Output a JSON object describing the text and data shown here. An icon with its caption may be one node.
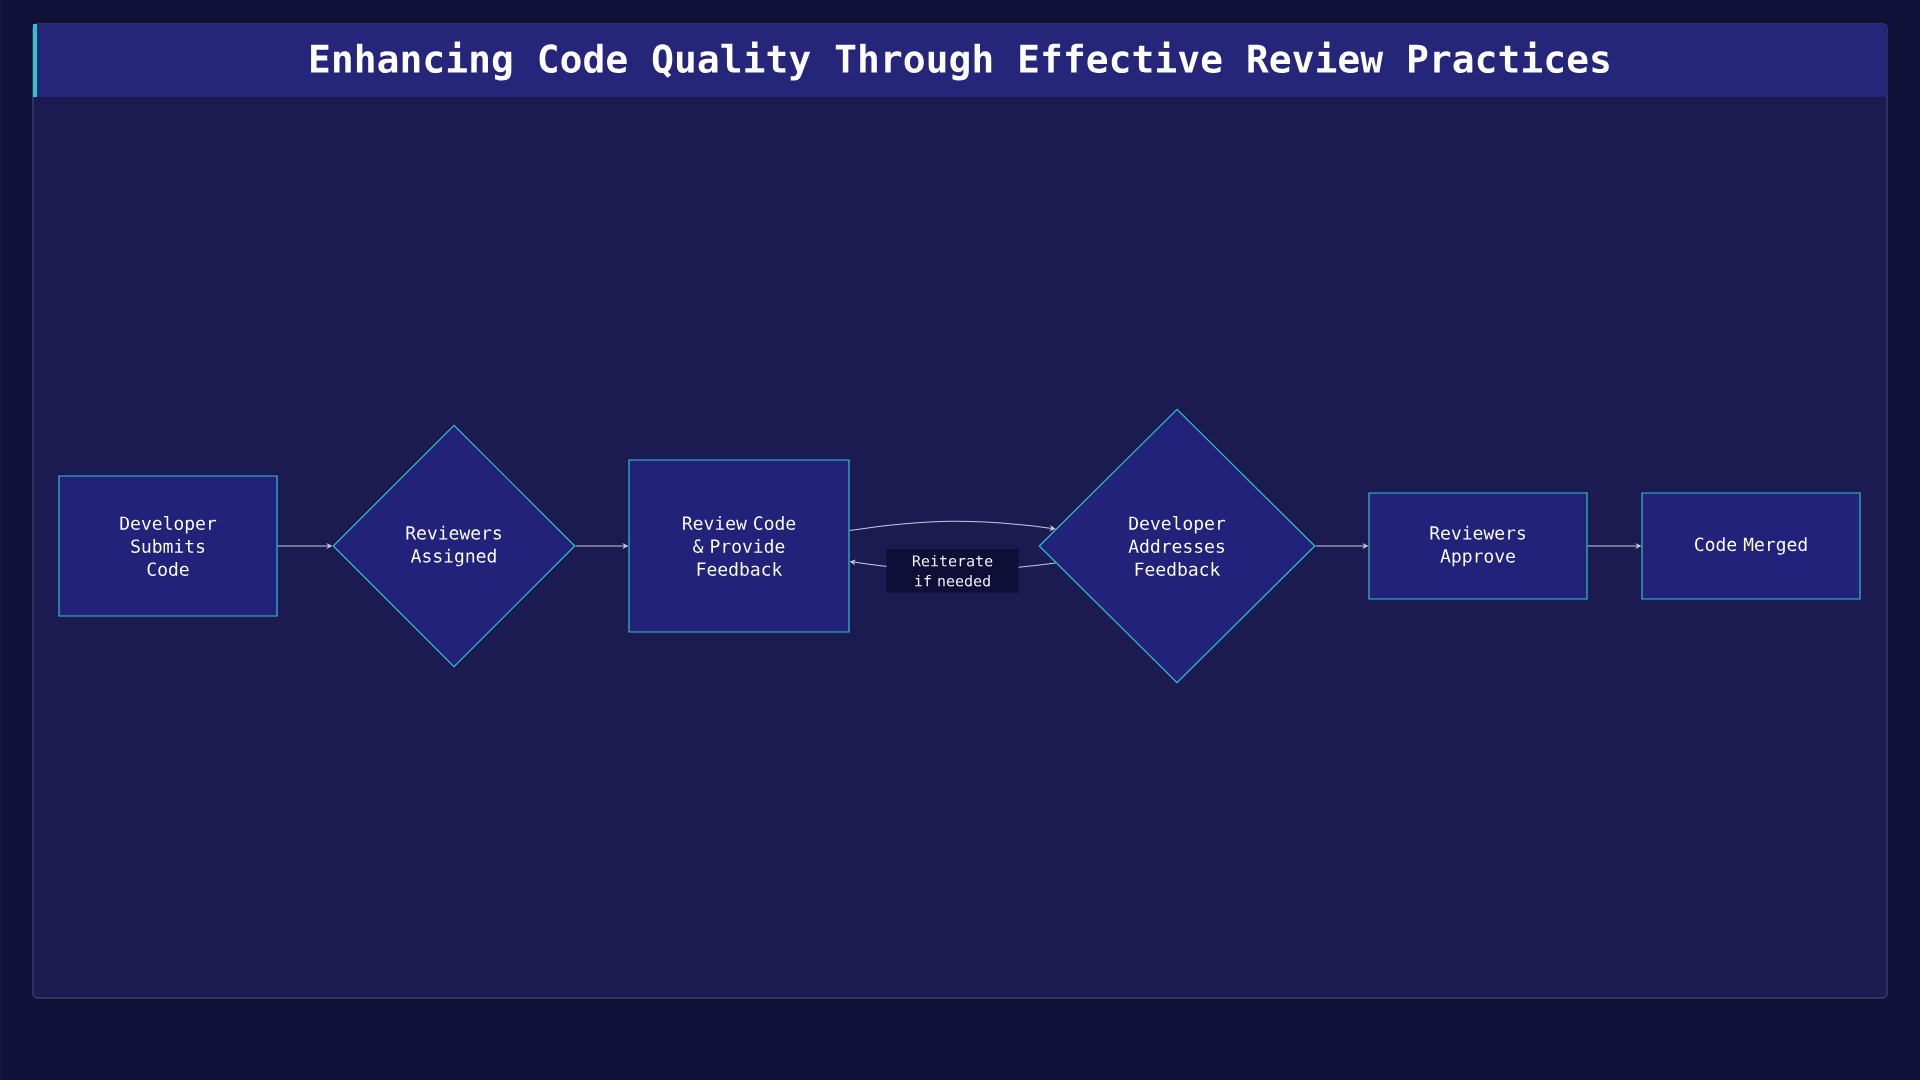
{
  "diagram": {
    "title": "Enhancing Code Quality Through Effective Review Practices",
    "nodes": [
      {
        "text": [
          "Developer Submits Code"
        ]
      },
      {
        "text": [
          "Reviewers Assigned"
        ]
      },
      {
        "text": [
          "Review Code & Provide Feedback"
        ]
      },
      {
        "text": [
          "Developer Addresses Feedback"
        ]
      },
      {
        "text": [
          "Reviewers Approve"
        ]
      },
      {
        "text": [
          "Code Merged"
        ]
      }
    ],
    "edges": [
      {
        "from": 0,
        "to": 1,
        "arrow": "to"
      },
      {
        "from": 1,
        "to": 2,
        "arrow": "to"
      },
      {
        "from": 2,
        "to": 3,
        "arrow": "to"
      },
      {
        "from": 3,
        "to": 2,
        "arrow": "to",
        "label": "Reiterate if needed"
      },
      {
        "from": 3,
        "to": 4,
        "arrow": "to"
      },
      {
        "from": 4,
        "to": 5,
        "arrow": "to"
      }
    ]
  }
}
